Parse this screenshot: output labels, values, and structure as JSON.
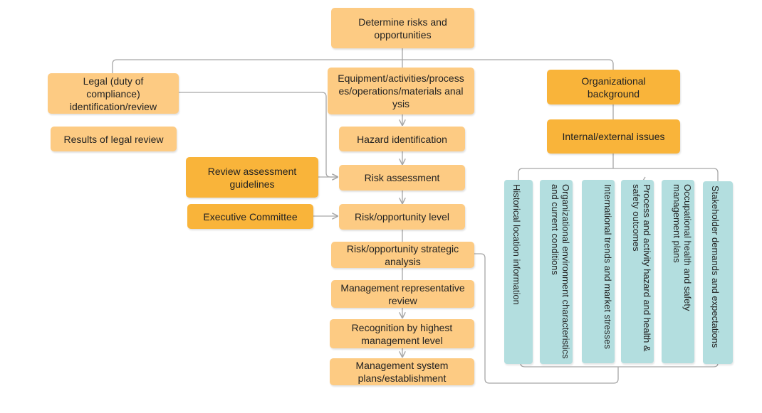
{
  "nodes": {
    "determine": "Determine risks and opportunities",
    "legal": "Legal (duty of compliance) identification/review",
    "legal_results": "Results of legal review",
    "equipment": "Equipment/activities/processes/operations/materials analysis",
    "hazard": "Hazard identification",
    "review_guidelines": "Review assessment guidelines",
    "risk_assessment": "Risk assessment",
    "exec_committee": "Executive Committee",
    "risk_level": "Risk/opportunity level",
    "strategic": "Risk/opportunity strategic analysis",
    "mgmt_rep": "Management representative review",
    "recognition": "Recognition by highest management level",
    "mgmt_plans": "Management system plans/establishment",
    "org_background": "Organizational background",
    "issues": "Internal/external issues"
  },
  "issue_items": [
    "Historical location information",
    "Organizational environment characteristics and current conditions",
    "International trends and market stresses",
    "Process and activity hazard and health & safety outcomes",
    "Occupational health and safety management plans",
    "Stakeholder demands and expectations"
  ],
  "colors": {
    "light_orange": "#FDCB83",
    "dark_orange": "#F9B43A",
    "teal": "#B3DEDF",
    "connector": "#A6A6A6"
  }
}
